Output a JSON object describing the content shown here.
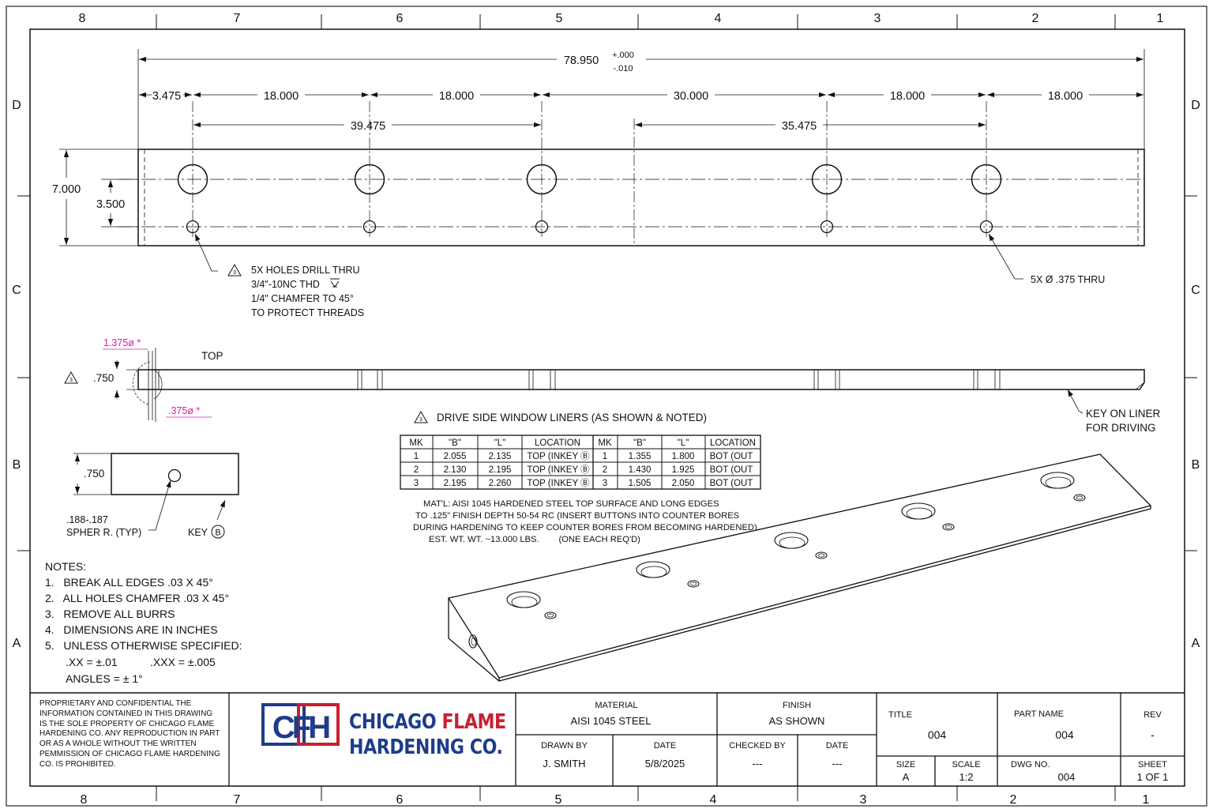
{
  "zones": {
    "columns": [
      "8",
      "7",
      "6",
      "5",
      "4",
      "3",
      "2",
      "1"
    ],
    "rows": [
      "D",
      "C",
      "B",
      "A"
    ]
  },
  "top_view": {
    "overall_length": "78.950",
    "tol_plus": "+.000",
    "tol_minus": "-.010",
    "spacings": [
      "3.475",
      "18.000",
      "18.000",
      "30.000",
      "18.000",
      "18.000"
    ],
    "left_group": "39.475",
    "right_group": "35.475",
    "height": "7.000",
    "half_height": "3.500",
    "hole_note_lines": [
      "5X HOLES DRILL THRU",
      "3/4\"-10NC THD",
      "1/4\" CHAMFER TO 45°",
      "TO PROTECT THREADS"
    ],
    "small_hole_note": "5X Ø .375 THRU"
  },
  "side_view": {
    "top_label": "TOP",
    "dia_large": "1.375ø *",
    "dia_small": ".375ø *",
    "thickness": ".750",
    "key_note_lines": [
      "KEY ON LINER",
      "FOR DRIVING"
    ]
  },
  "end_view": {
    "thickness": ".750",
    "sphere_note_lines": [
      ".188-.187",
      "SPHER R. (TYP)"
    ],
    "key_label": "KEY",
    "key_mark": "B"
  },
  "table": {
    "title": "DRIVE SIDE WINDOW LINERS (AS SHOWN & NOTED)",
    "headers": [
      "MK",
      "\"B\"",
      "\"L\"",
      "LOCATION",
      "MK",
      "\"B\"",
      "\"L\"",
      "LOCATION"
    ],
    "rows": [
      [
        "1",
        "2.055",
        "2.135",
        "TOP (INKEY Ⓑ",
        "1",
        "1.355",
        "1.800",
        "BOT (OUT"
      ],
      [
        "2",
        "2.130",
        "2.195",
        "TOP (INKEY Ⓑ",
        "2",
        "1.430",
        "1.925",
        "BOT (OUT"
      ],
      [
        "3",
        "2.195",
        "2.260",
        "TOP (INKEY Ⓑ",
        "3",
        "1.505",
        "2.050",
        "BOT (OUT"
      ]
    ]
  },
  "material_note": [
    "MAT'L: AISI 1045 HARDENED STEEL TOP SURFACE AND LONG EDGES",
    "TO .125\" FINISH DEPTH 50-54 RC (INSERT BUTTONS INTO COUNTER BORES",
    "DURING HARDENING TO KEEP COUNTER BORES FROM BECOMING HARDENED)",
    "EST. WT. WT. ~13.000 LBS.        (ONE EACH REQ'D)"
  ],
  "notes": {
    "title": "NOTES:",
    "items": [
      "1.   BREAK ALL EDGES .03 X 45°",
      "2.   ALL HOLES CHAMFER .03 X 45°",
      "3.   REMOVE ALL BURRS",
      "4.   DIMENSIONS ARE IN INCHES",
      "5.   UNLESS OTHERWISE SPECIFIED:"
    ],
    "tol_xx": ".XX = ±.01",
    "tol_xxx": ".XXX = ±.005",
    "angles": "ANGLES = ± 1°"
  },
  "title_block": {
    "proprietary": "PROPRIETARY AND CONFIDENTIAL THE INFORMATION CONTAINED IN THIS DRAWING IS THE SOLE PROPERTY OF CHICAGO FLAME HARDENING CO. ANY REPRODUCTION IN PART OR AS A WHOLE WITHOUT THE WRITTEN PEMMISSION OF CHICAGO FLAME HARDENING CO. IS PROHIBITED.",
    "logo_mark": "CFH",
    "company_line1_a": "CHICAGO ",
    "company_line1_b": "FLAME",
    "company_line2": "HARDENING CO.",
    "material_label": "MATERIAL",
    "material": "AISI 1045 STEEL",
    "finish_label": "FINISH",
    "finish": "AS SHOWN",
    "drawn_by_label": "DRAWN BY",
    "drawn_by": "J. SMITH",
    "date_label": "DATE",
    "date": "5/8/2025",
    "checked_by_label": "CHECKED BY",
    "checked_by": "---",
    "date2_label": "DATE",
    "date2": "---",
    "title_label": "TITLE",
    "title": "004",
    "part_name_label": "PART NAME",
    "part_name": "004",
    "rev_label": "REV",
    "rev": "-",
    "size_label": "SIZE",
    "size": "A",
    "scale_label": "SCALE",
    "scale": "1:2",
    "dwg_no_label": "DWG NO.",
    "dwg_no": "004",
    "sheet_label": "SHEET",
    "sheet": "1 OF 1"
  }
}
